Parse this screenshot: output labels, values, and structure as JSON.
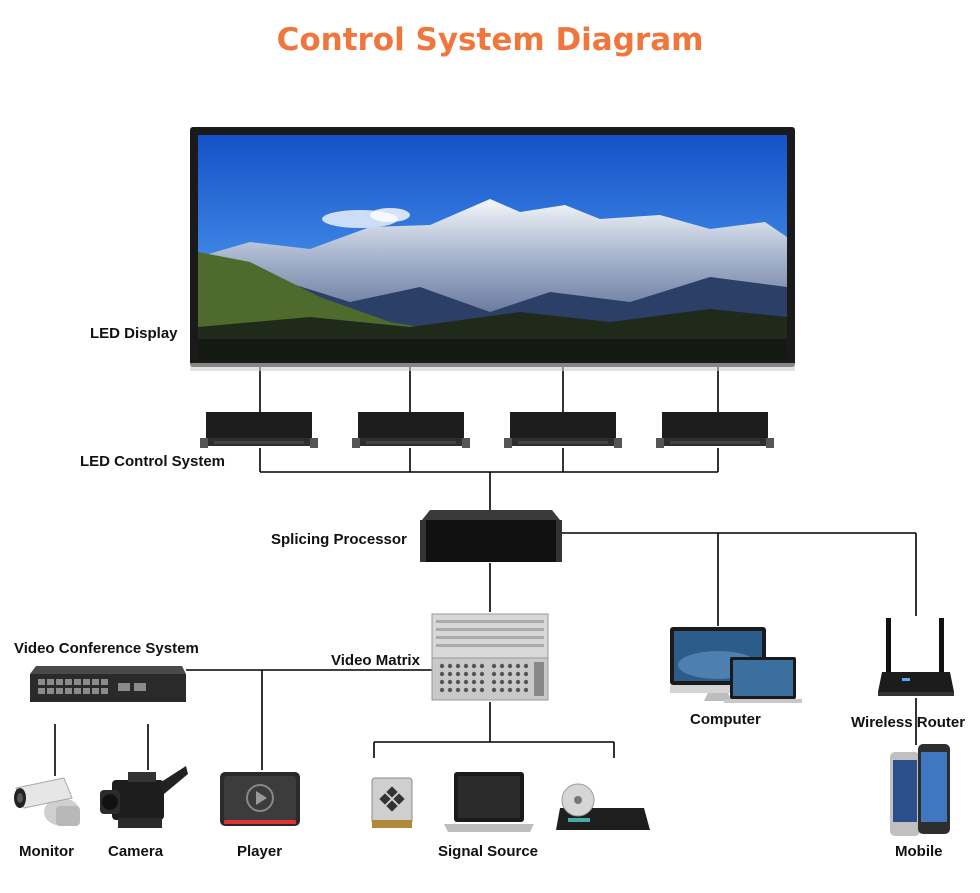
{
  "title": "Control System Diagram",
  "colors": {
    "title": "#f0763c",
    "line": "#000000"
  },
  "labels": {
    "led_display": "LED Display",
    "led_control": "LED Control System",
    "splicing": "Splicing Processor",
    "video_conf": "Video Conference System",
    "video_matrix": "Video Matrix",
    "computer": "Computer",
    "router": "Wireless Router",
    "monitor": "Monitor",
    "camera": "Camera",
    "player": "Player",
    "signal_source": "Signal Source",
    "mobile": "Mobile"
  },
  "icons": [
    "led-display-icon",
    "controller-box-icon",
    "splicing-processor-icon",
    "network-switch-icon",
    "video-matrix-icon",
    "computer-icon",
    "router-icon",
    "cctv-camera-icon",
    "video-camera-icon",
    "player-icon",
    "media-server-icon",
    "laptop-icon",
    "dvd-player-icon",
    "smartphone-icon"
  ]
}
